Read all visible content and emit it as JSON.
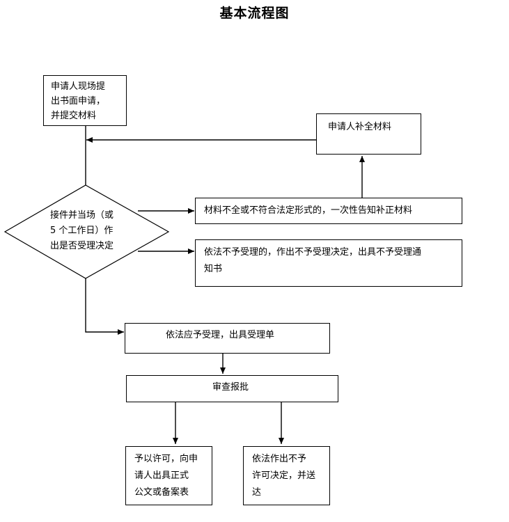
{
  "title": "基本流程图",
  "nodes": {
    "apply": "申请人现场提\n出书面申请，\n并提交材料",
    "supplement": "申请人补全材料",
    "decision": "接件并当场（或\n5 个工作日）作\n出是否受理决定",
    "incomplete": "材料不全或不符合法定形式的，一次性告知补正材料",
    "reject": "依法不予受理的，作出不予受理决定，出具不予受理通\n知书",
    "accept": "依法应予受理，出具受理单",
    "review": "审查报批",
    "permit": "予以许可，向申\n请人出具正式\n公文或备案表",
    "deny": "依法作出不予\n许可决定，并送\n达"
  }
}
